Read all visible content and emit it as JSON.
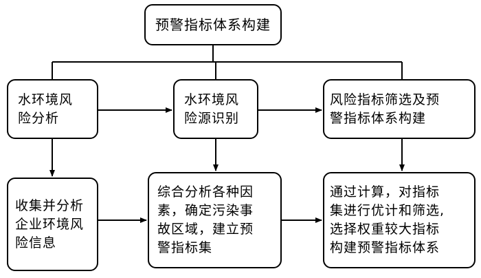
{
  "diagram": {
    "nodes": {
      "root": "预警指标体系构建",
      "water_env": "水环境风\n险分析",
      "risk_source": "水环境风\n险源识别",
      "index_build": "风险指标筛选及预\n警指标体系构建",
      "collect_info": "收集并分析\n企业环境风\n险信息",
      "comprehensive": "综合分析各种因\n素，确定污染事\n故区域，建立预\n警指标集",
      "calculate": "通过计算，对指标\n集进行优计和筛选,\n选择权重较大指标\n构建预警指标体系"
    },
    "colors": {
      "stroke": "#000000",
      "background": "#ffffff"
    }
  }
}
